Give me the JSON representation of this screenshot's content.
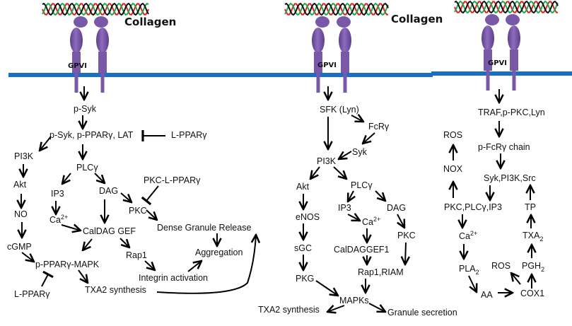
{
  "colors": {
    "membrane": "#1a6fc4",
    "receptor": "#7a58a8",
    "receptor_dark": "#5b3f8a",
    "collagen_strands": [
      "#e02020",
      "#1fa84f",
      "#111111"
    ]
  },
  "panels": [
    {
      "id": "panel-1",
      "collagen_label": "Collagen",
      "receptor_label": "GPVI",
      "nodes": [
        {
          "id": "psyk",
          "text": "p-Syk"
        },
        {
          "id": "complex",
          "text": "p-Syk, p-PPARγ, LAT"
        },
        {
          "id": "lppar_top",
          "text": "L-PPARγ"
        },
        {
          "id": "pi3k",
          "text": "PI3K"
        },
        {
          "id": "akt",
          "text": "Akt"
        },
        {
          "id": "no",
          "text": "NO"
        },
        {
          "id": "cgmp",
          "text": "cGMP"
        },
        {
          "id": "plcg",
          "text": "PLCγ"
        },
        {
          "id": "ip3",
          "text": "IP3"
        },
        {
          "id": "dag",
          "text": "DAG"
        },
        {
          "id": "ca",
          "text": "Ca",
          "sup": "2+"
        },
        {
          "id": "caldag",
          "text": "CalDAG GEF"
        },
        {
          "id": "pkc_lppar",
          "text": "PKC-L-PPARγ"
        },
        {
          "id": "pkc",
          "text": "PKC"
        },
        {
          "id": "dense",
          "text": "Dense Granule Release"
        },
        {
          "id": "rap1",
          "text": "Rap1"
        },
        {
          "id": "aggregation",
          "text": "Aggregation"
        },
        {
          "id": "integrin",
          "text": "Integrin activation"
        },
        {
          "id": "pppar_mapk",
          "text": "p-PPARγ-MAPK"
        },
        {
          "id": "txa2",
          "text": "TXA2 synthesis"
        },
        {
          "id": "lppar_bottom",
          "text": "L-PPARγ"
        }
      ]
    },
    {
      "id": "panel-2",
      "collagen_label": "Collagen",
      "receptor_label": "GPVI",
      "nodes": [
        {
          "id": "sfk",
          "text": "SFK (Lyn)"
        },
        {
          "id": "fcrg",
          "text": "FcRγ"
        },
        {
          "id": "syk",
          "text": "Syk"
        },
        {
          "id": "pi3k",
          "text": "PI3K"
        },
        {
          "id": "akt",
          "text": "Akt"
        },
        {
          "id": "plcg",
          "text": "PLCγ"
        },
        {
          "id": "enos",
          "text": "eNOS"
        },
        {
          "id": "ip3",
          "text": "IP3"
        },
        {
          "id": "dag",
          "text": "DAG"
        },
        {
          "id": "ca",
          "text": "Ca",
          "sup": "2+"
        },
        {
          "id": "sgc",
          "text": "sGC"
        },
        {
          "id": "pkc",
          "text": "PKC"
        },
        {
          "id": "caldag",
          "text": "CalDAGGEF1"
        },
        {
          "id": "pkg",
          "text": "PKG"
        },
        {
          "id": "rap1",
          "text": "Rap1,RIAM"
        },
        {
          "id": "mapks",
          "text": "MAPKs"
        },
        {
          "id": "txa2",
          "text": "TXA2 synthesis"
        },
        {
          "id": "granule",
          "text": "Granule secretion"
        }
      ]
    },
    {
      "id": "panel-3",
      "collagen_label": "",
      "receptor_label": "GPVI",
      "nodes": [
        {
          "id": "traf",
          "text": "TRAF,p-PKC,Lyn"
        },
        {
          "id": "ros_top",
          "text": "ROS"
        },
        {
          "id": "pfcrg",
          "text": "p-FcRγ chain"
        },
        {
          "id": "nox",
          "text": "NOX"
        },
        {
          "id": "sykpi3k",
          "text": "Syk,PI3K,Src"
        },
        {
          "id": "pkcplc",
          "text": "PKC,PLCγ,IP3"
        },
        {
          "id": "tp",
          "text": "TP"
        },
        {
          "id": "ca",
          "text": "Ca",
          "sup": "2+"
        },
        {
          "id": "txa2",
          "text": "TXA",
          "sub": "2"
        },
        {
          "id": "ros_bottom",
          "text": "ROS"
        },
        {
          "id": "pgh2",
          "text": "PGH",
          "sub": "2"
        },
        {
          "id": "pla2",
          "text": "PLA",
          "sub": "2"
        },
        {
          "id": "aa",
          "text": "AA"
        },
        {
          "id": "cox1",
          "text": "COX1"
        }
      ]
    }
  ]
}
